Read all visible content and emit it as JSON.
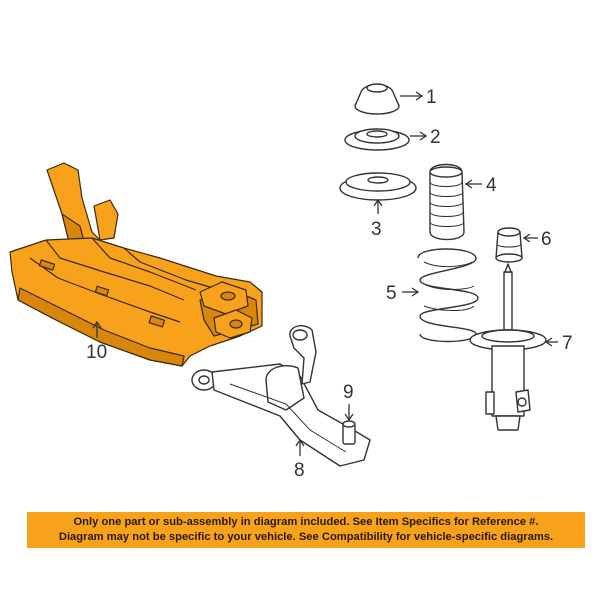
{
  "diagram": {
    "colors": {
      "highlight": "#f8a21c",
      "highlight_dark": "#d9860d",
      "line": "#333333"
    },
    "callouts": [
      "1",
      "2",
      "3",
      "4",
      "5",
      "6",
      "7",
      "8",
      "9",
      "10"
    ]
  },
  "notice": {
    "line1": "Only one part or sub-assembly in diagram included. See Item Specifics for Reference #.",
    "line2": "Diagram may not be specific to your vehicle. See Compatibility for vehicle-specific diagrams.",
    "background": "#f8a21c"
  }
}
